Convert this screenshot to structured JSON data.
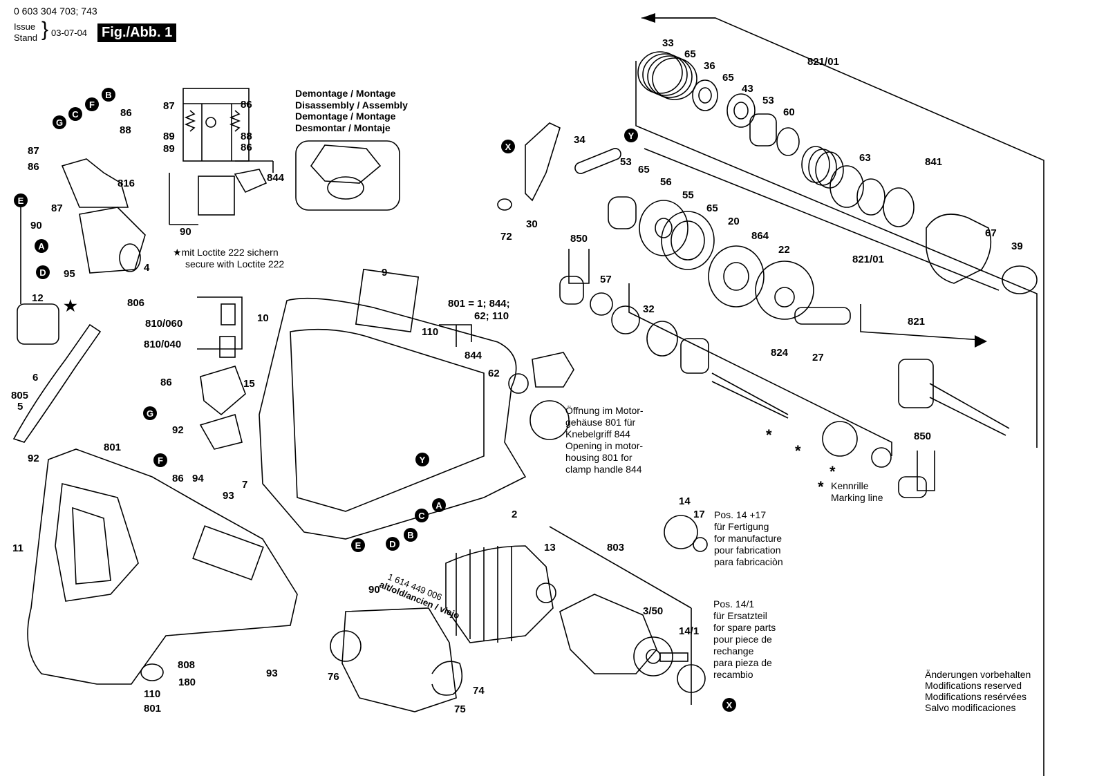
{
  "header": {
    "doc_number": "0 603 304 703; 743",
    "issue_label": "Issue",
    "stand_label": "Stand",
    "date": "03-07-04",
    "figure": "Fig./Abb. 1"
  },
  "assembly_note": [
    "Demontage / Montage",
    "Disassembly / Assembly",
    "Demontage / Montage",
    "Desmontar / Montaje"
  ],
  "loctite_note": [
    "mit Loctite 222 sichern",
    "secure with Loctite 222"
  ],
  "opening_note": [
    "Öffnung im Motor-",
    "gehäuse 801 für",
    "Knebelgriff 844",
    "Opening in motor-",
    "housing 801 for",
    "clamp handle 844"
  ],
  "pos_14_17_note": [
    "Pos. 14 +17",
    "für Fertigung",
    "for manufacture",
    "pour fabrication",
    "para fabricaciòn"
  ],
  "pos_14_1_note": [
    "Pos. 14/1",
    "für Ersatzteil",
    "for spare parts",
    "pour piece de",
    "rechange",
    "para pieza de",
    "recambio"
  ],
  "marking_note": [
    "Kennrille",
    "Marking line"
  ],
  "old_part_note": [
    "1 614 449 006",
    "alt/old/ancien / viejo"
  ],
  "group_label_801": "801 = 1; 844;",
  "group_label_801b": "62; 110",
  "notice": [
    "Änderungen vorbehalten",
    "Modifications reserved",
    "Modifications resérvées",
    "Salvo modificaciones"
  ],
  "part_labels": [
    "33",
    "65",
    "36",
    "65",
    "43",
    "53",
    "60",
    "821/01",
    "63",
    "841",
    "67",
    "39",
    "34",
    "30",
    "72",
    "53",
    "65",
    "56",
    "55",
    "65",
    "20",
    "864",
    "22",
    "821/01",
    "850",
    "57",
    "32",
    "27",
    "824",
    "821",
    "850",
    "9",
    "801 = 1; 844;",
    "110",
    "844",
    "62",
    "86",
    "88",
    "87",
    "86",
    "816",
    "87",
    "89",
    "89",
    "86",
    "88",
    "86",
    "90",
    "844",
    "90",
    "87",
    "95",
    "4",
    "12",
    "806",
    "810/060",
    "810/040",
    "10",
    "6",
    "805",
    "5",
    "86",
    "15",
    "92",
    "86",
    "94",
    "92",
    "801",
    "93",
    "7",
    "11",
    "808",
    "180",
    "110",
    "801",
    "93",
    "2",
    "90",
    "13",
    "803",
    "3/50",
    "14/1",
    "14",
    "17",
    "76",
    "74",
    "75"
  ],
  "callouts": [
    "A",
    "B",
    "C",
    "D",
    "E",
    "F",
    "G",
    "X",
    "Y"
  ]
}
